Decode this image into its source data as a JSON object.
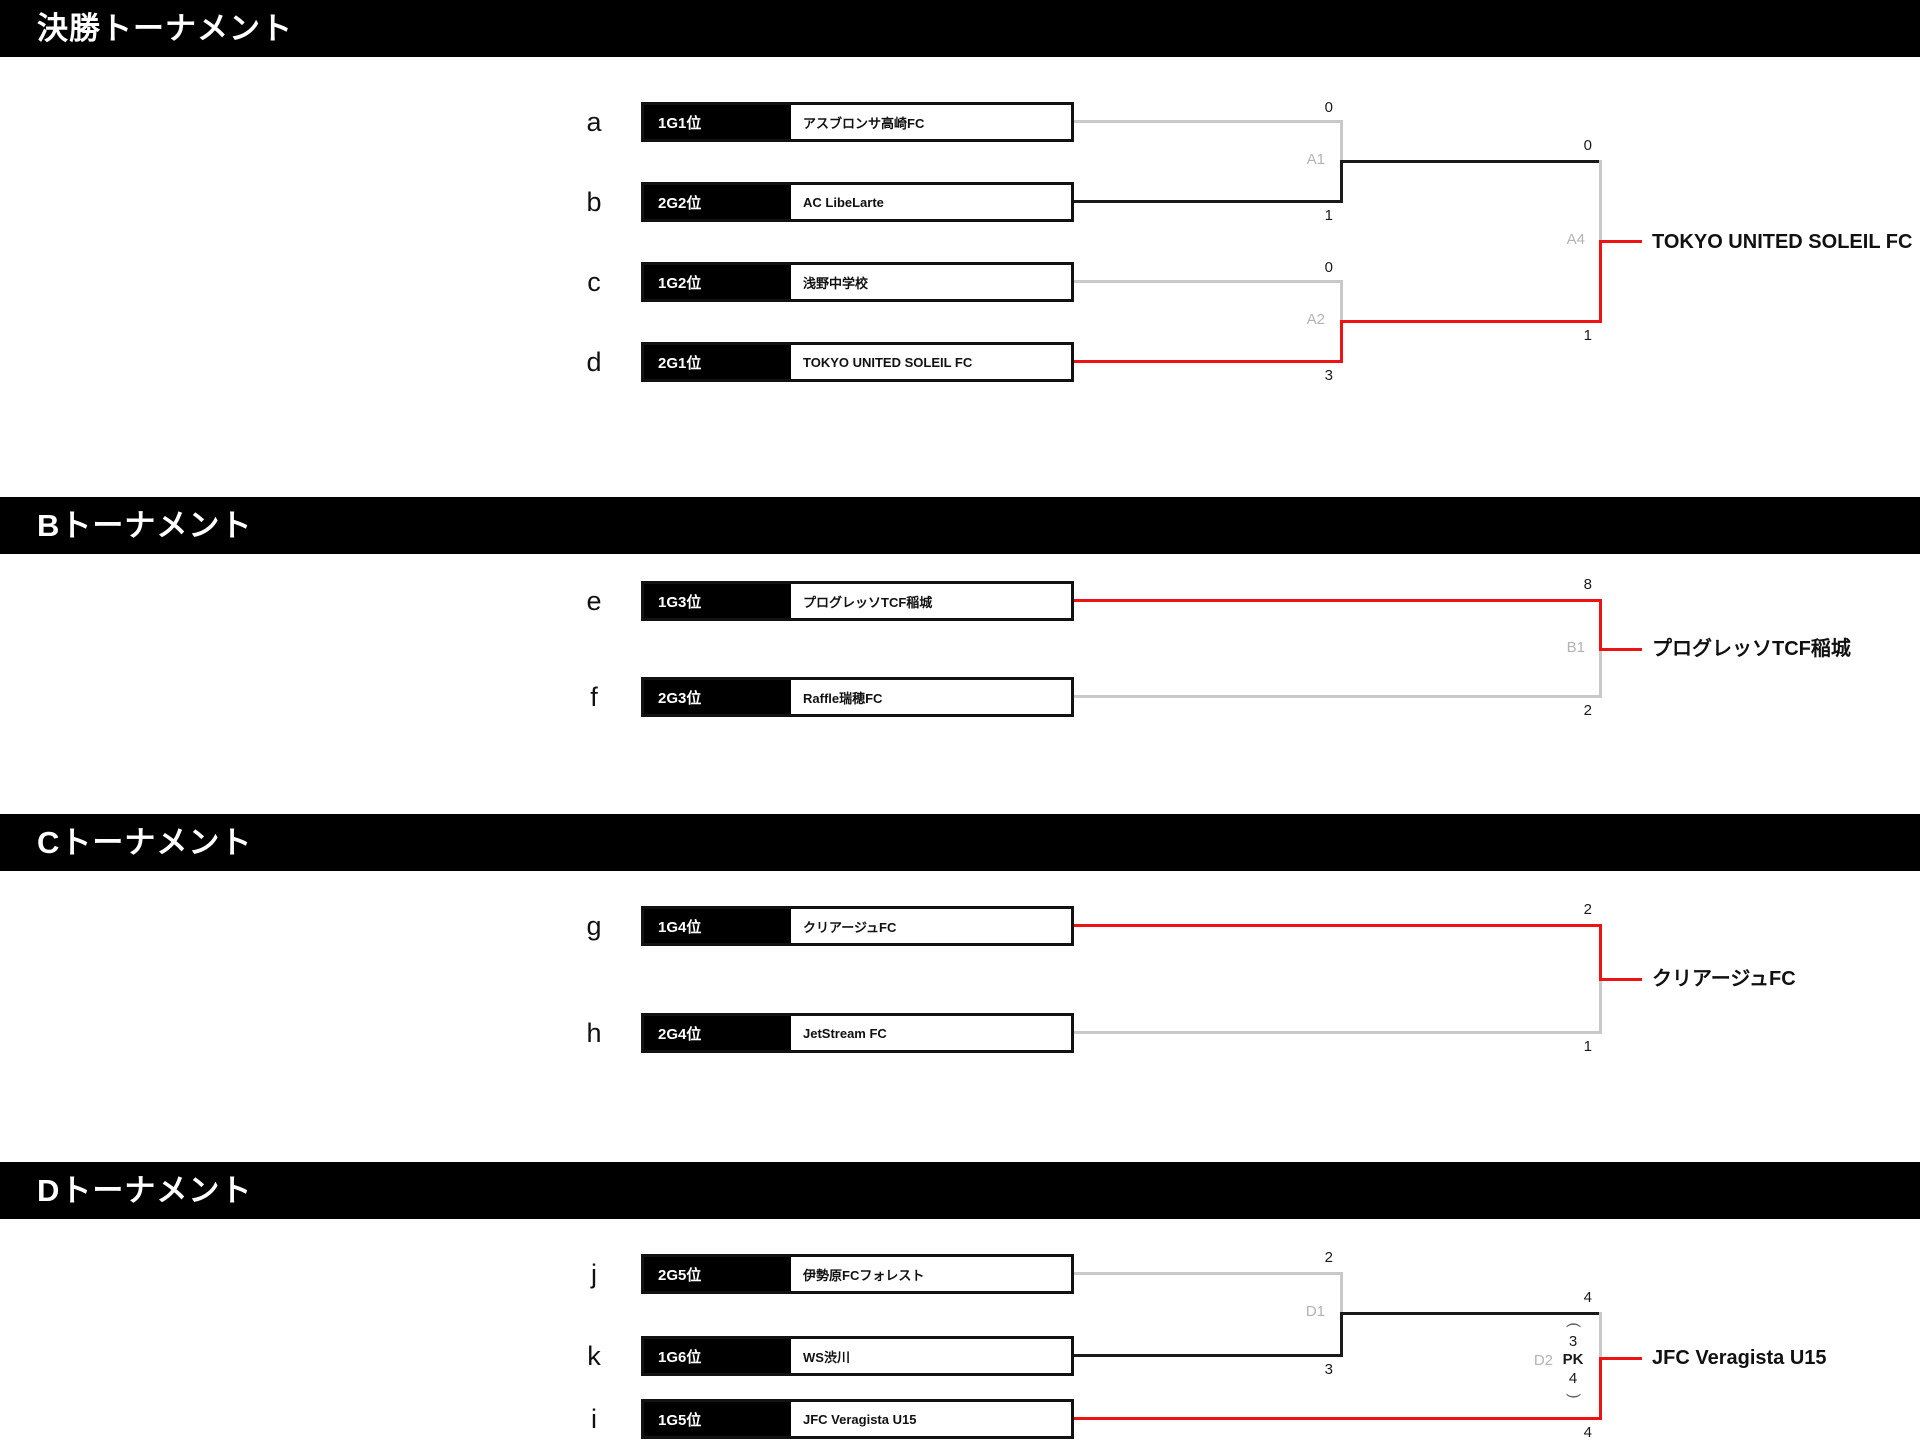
{
  "colors": {
    "champion_path_red": "#ee1313",
    "winner_black": "#1a1a1a",
    "loser_gray": "#c9c9c9",
    "match_label_gray": "#b3b3b3",
    "header_bg": "#000000",
    "header_text": "#ffffff"
  },
  "sections": [
    {
      "title": "決勝トーナメント",
      "teams": [
        {
          "letter": "a",
          "seed": "1G1位",
          "name": "アスブロンサ高崎FC"
        },
        {
          "letter": "b",
          "seed": "2G2位",
          "name": "AC LibeLarte"
        },
        {
          "letter": "c",
          "seed": "1G2位",
          "name": "浅野中学校"
        },
        {
          "letter": "d",
          "seed": "2G1位",
          "name": "TOKYO UNITED SOLEIL FC"
        }
      ],
      "matches": [
        {
          "label": "A1",
          "top_score": "0",
          "bottom_score": "1"
        },
        {
          "label": "A2",
          "top_score": "0",
          "bottom_score": "3"
        },
        {
          "label": "A4",
          "top_score": "0",
          "bottom_score": "1"
        }
      ],
      "champion": "TOKYO UNITED SOLEIL FC"
    },
    {
      "title": "Bトーナメント",
      "teams": [
        {
          "letter": "e",
          "seed": "1G3位",
          "name": "プログレッソTCF稲城"
        },
        {
          "letter": "f",
          "seed": "2G3位",
          "name": "Raffle瑞穂FC"
        }
      ],
      "matches": [
        {
          "label": "B1",
          "top_score": "8",
          "bottom_score": "2"
        }
      ],
      "champion": "プログレッソTCF稲城"
    },
    {
      "title": "Cトーナメント",
      "teams": [
        {
          "letter": "g",
          "seed": "1G4位",
          "name": "クリアージュFC"
        },
        {
          "letter": "h",
          "seed": "2G4位",
          "name": "JetStream FC"
        }
      ],
      "matches": [
        {
          "label": "",
          "top_score": "2",
          "bottom_score": "1"
        }
      ],
      "champion": "クリアージュFC"
    },
    {
      "title": "Dトーナメント",
      "teams": [
        {
          "letter": "j",
          "seed": "2G5位",
          "name": "伊勢原FCフォレスト"
        },
        {
          "letter": "k",
          "seed": "1G6位",
          "name": "WS渋川"
        },
        {
          "letter": "i",
          "seed": "1G5位",
          "name": "JFC Veragista U15"
        }
      ],
      "matches": [
        {
          "label": "D1",
          "top_score": "2",
          "bottom_score": "3"
        },
        {
          "label": "D2",
          "top_score": "4",
          "bottom_score": "4",
          "pk_label": "PK",
          "pk_top": "3",
          "pk_bottom": "4",
          "pk_paren_open": "(",
          "pk_paren_close": ")"
        }
      ],
      "champion": "JFC Veragista U15"
    }
  ]
}
